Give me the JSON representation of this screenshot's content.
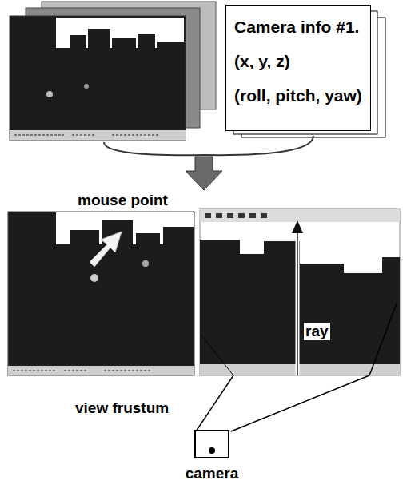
{
  "diagram": {
    "nodes": [
      {
        "text": [
          "Camera info #1.",
          "(x, y, z)",
          "(roll, pitch, yaw)"
        ]
      },
      {
        "text": [
          "camera"
        ]
      }
    ],
    "labels": [
      "mouse point",
      "ray",
      "view frustum"
    ]
  }
}
